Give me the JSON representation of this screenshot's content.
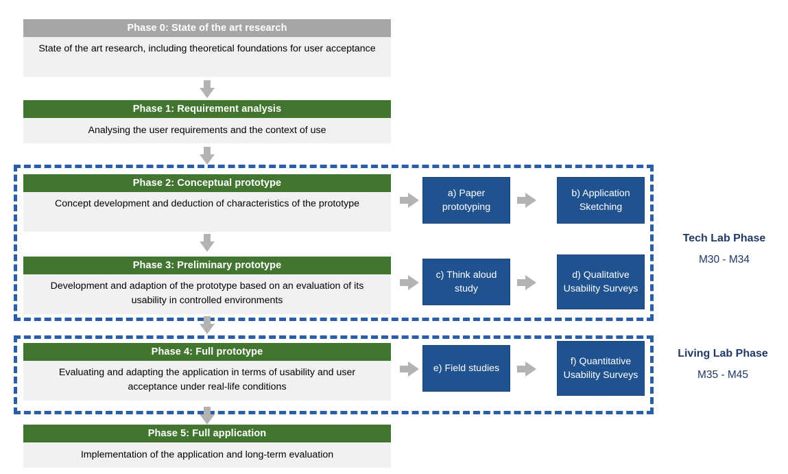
{
  "diagram": {
    "title": "Project phase flowchart",
    "colors": {
      "grey_header": "#a6a6a6",
      "green_header": "#417530",
      "body_bg": "#f1f1f1",
      "method_blue": "#20528f",
      "arrow_grey": "#b3b3b3",
      "group_dash_blue": "#2b5ea8",
      "side_label_navy": "#1f3864"
    }
  },
  "phases": [
    {
      "id": "phase0",
      "header": "Phase 0: State of the art research",
      "header_style": "grey",
      "body": "State of the art research, including theoretical foundations for user acceptance"
    },
    {
      "id": "phase1",
      "header": "Phase 1: Requirement analysis",
      "header_style": "green",
      "body": "Analysing the user requirements and the context of use"
    },
    {
      "id": "phase2",
      "header": "Phase 2: Conceptual prototype",
      "header_style": "green",
      "body": "Concept development and deduction of characteristics of the prototype"
    },
    {
      "id": "phase3",
      "header": "Phase 3: Preliminary prototype",
      "header_style": "green",
      "body": "Development and adaption of the prototype based on an evaluation of its usability in controlled environments"
    },
    {
      "id": "phase4",
      "header": "Phase 4: Full prototype",
      "header_style": "green",
      "body": "Evaluating and adapting the application in terms of usability and user acceptance under real-life conditions"
    },
    {
      "id": "phase5",
      "header": "Phase 5: Full application",
      "header_style": "green",
      "body": "Implementation of the application and long-term evaluation"
    }
  ],
  "methods": [
    {
      "id": "a",
      "label": "a) Paper prototyping"
    },
    {
      "id": "b",
      "label": "b) Application Sketching"
    },
    {
      "id": "c",
      "label": "c) Think aloud study"
    },
    {
      "id": "d",
      "label": "d) Qualitative Usability Surveys"
    },
    {
      "id": "e",
      "label": "e) Field studies"
    },
    {
      "id": "f",
      "label": "f) Quantitative Usability Surveys"
    }
  ],
  "groups": [
    {
      "id": "tech_lab",
      "title": "Tech Lab Phase",
      "range": "M30 - M34"
    },
    {
      "id": "living_lab",
      "title": "Living Lab Phase",
      "range": "M35 - M45"
    }
  ]
}
